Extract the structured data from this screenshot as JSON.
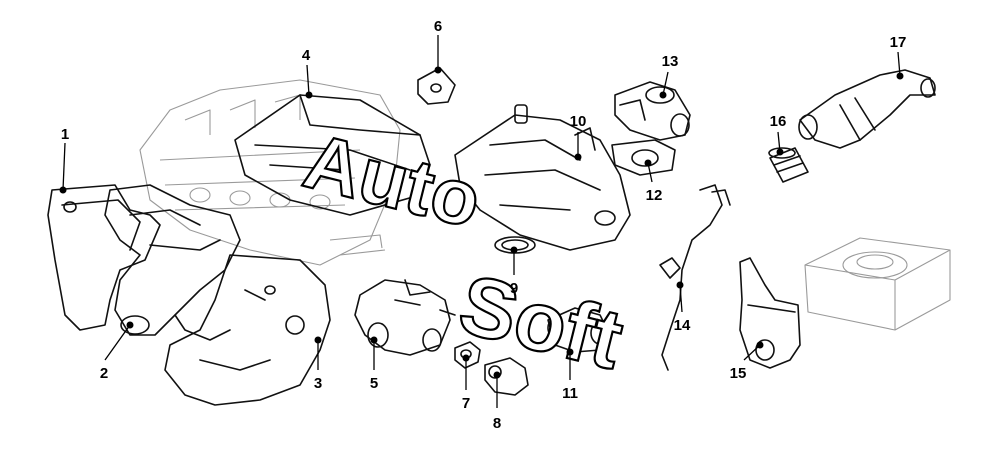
{
  "callouts": [
    {
      "num": "1"
    },
    {
      "num": "2"
    },
    {
      "num": "3"
    },
    {
      "num": "4"
    },
    {
      "num": "5"
    },
    {
      "num": "6"
    },
    {
      "num": "7"
    },
    {
      "num": "8"
    },
    {
      "num": "9"
    },
    {
      "num": "10"
    },
    {
      "num": "11"
    },
    {
      "num": "12"
    },
    {
      "num": "13"
    },
    {
      "num": "14"
    },
    {
      "num": "15"
    },
    {
      "num": "16"
    },
    {
      "num": "17"
    }
  ],
  "watermark": {
    "line1": "Auto",
    "line2": "Soft"
  }
}
